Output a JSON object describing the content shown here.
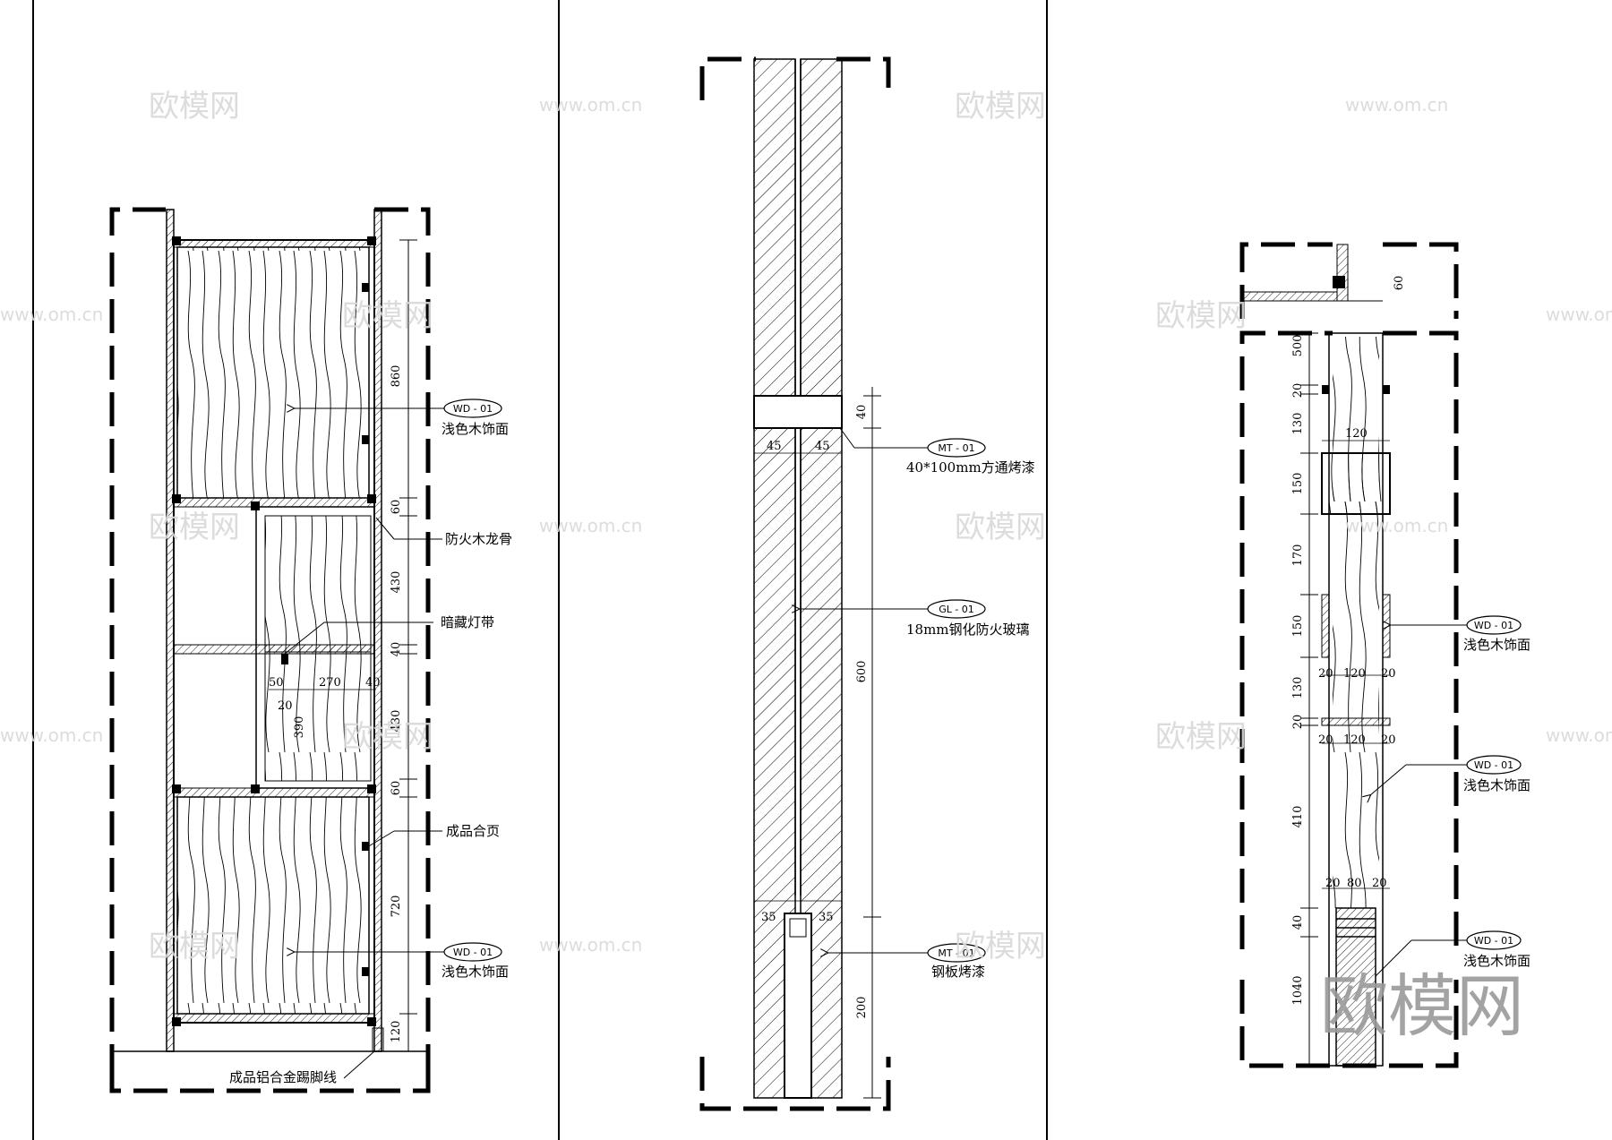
{
  "watermarks": {
    "brand": "欧模网",
    "site": "www.om.cn",
    "corner": "欧模网"
  },
  "panel_left": {
    "tags": [
      "WD - 01",
      "WD - 01"
    ],
    "labels": {
      "wood_top": "浅色木饰面",
      "fire_keel": "防火木龙骨",
      "led_strip": "暗藏灯带",
      "hinge": "成品合页",
      "wood_bottom": "浅色木饰面",
      "skirting": "成品铝合金踢脚线"
    },
    "dims": {
      "d860": "860",
      "d60a": "60",
      "d430a": "430",
      "d40": "40",
      "d430b": "430",
      "d60b": "60",
      "d720": "720",
      "d120": "120",
      "d50": "50",
      "d270": "270",
      "d40b": "40",
      "d20": "20",
      "d390": "390"
    }
  },
  "panel_mid": {
    "tags": [
      "MT - 01",
      "GL - 01",
      "MT - 01"
    ],
    "labels": {
      "tube": "40*100mm方通烤漆",
      "glass": "18mm钢化防火玻璃",
      "steel": "钢板烤漆"
    },
    "dims": {
      "d40": "40",
      "d45a": "45",
      "d45b": "45",
      "d600": "600",
      "d200": "200",
      "d35a": "35",
      "d35b": "35"
    }
  },
  "panel_right": {
    "tags": [
      "WD - 01",
      "WD - 01",
      "WD - 01"
    ],
    "labels": {
      "wood_a": "浅色木饰面",
      "wood_b": "浅色木饰面",
      "wood_c": "浅色木饰面"
    },
    "dims": {
      "d60": "60",
      "d500": "500",
      "d20a": "20",
      "d130a": "130",
      "d120a": "120",
      "d150a": "150",
      "d170": "170",
      "d150b": "150",
      "d20b": "20",
      "d120b": "120",
      "d20c": "20",
      "d130b": "130",
      "d20d": "20",
      "d20e": "20",
      "d120c": "120",
      "d20f": "20",
      "d410": "410",
      "d20g": "20",
      "d80": "80",
      "d20h": "20",
      "d40": "40",
      "d1040": "1040"
    }
  }
}
